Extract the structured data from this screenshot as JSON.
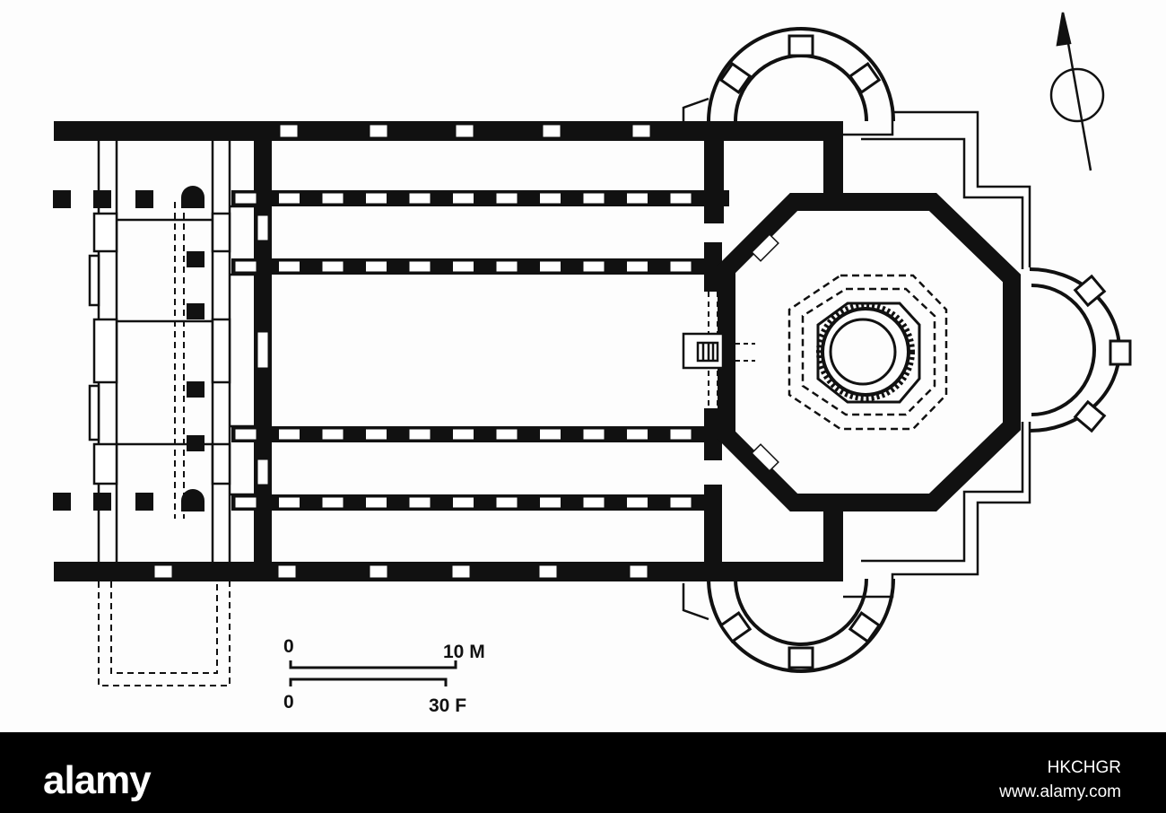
{
  "scale_bar": {
    "metric_start": "0",
    "metric_end": "10 M",
    "imperial_start": "0",
    "imperial_end": "30 F"
  },
  "north_arrow_icon": "north-arrow-icon",
  "footer": {
    "logo": "alamy",
    "image_id": "HKCHGR",
    "website": "www.alamy.com"
  },
  "colors": {
    "wall": "#111111",
    "footer_background": "#000000",
    "footer_text": "#ffffff"
  }
}
